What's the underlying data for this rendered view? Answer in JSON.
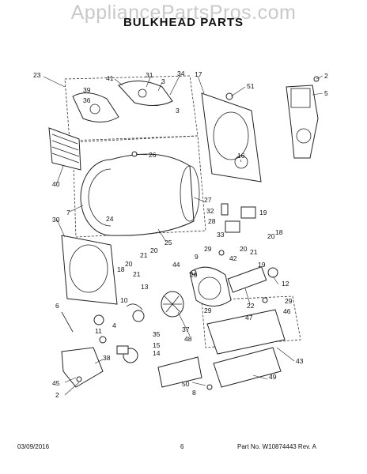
{
  "header": {
    "watermark": "AppliancePartsPros.com",
    "title": "BULKHEAD PARTS"
  },
  "footer": {
    "date": "03/09/2016",
    "page": "6",
    "part_number": "Part No. W10874443 Rev. A"
  },
  "callouts": [
    {
      "id": "c23",
      "text": "23"
    },
    {
      "id": "c41",
      "text": "41"
    },
    {
      "id": "c31",
      "text": "31"
    },
    {
      "id": "c3a",
      "text": "3"
    },
    {
      "id": "c34",
      "text": "34"
    },
    {
      "id": "c17",
      "text": "17"
    },
    {
      "id": "c2a",
      "text": "2"
    },
    {
      "id": "c39",
      "text": "39"
    },
    {
      "id": "c36",
      "text": "36"
    },
    {
      "id": "c3b",
      "text": "3"
    },
    {
      "id": "c51",
      "text": "51"
    },
    {
      "id": "c5",
      "text": "5"
    },
    {
      "id": "c26",
      "text": "26"
    },
    {
      "id": "c16",
      "text": "16"
    },
    {
      "id": "c40",
      "text": "40"
    },
    {
      "id": "c7",
      "text": "7"
    },
    {
      "id": "c27",
      "text": "27"
    },
    {
      "id": "c32",
      "text": "32"
    },
    {
      "id": "c28",
      "text": "28"
    },
    {
      "id": "c24",
      "text": "24"
    },
    {
      "id": "c19a",
      "text": "19"
    },
    {
      "id": "c30",
      "text": "30"
    },
    {
      "id": "c33",
      "text": "33"
    },
    {
      "id": "c20a",
      "text": "20"
    },
    {
      "id": "c18a",
      "text": "18"
    },
    {
      "id": "c25",
      "text": "25"
    },
    {
      "id": "c21a",
      "text": "21"
    },
    {
      "id": "c20b",
      "text": "20"
    },
    {
      "id": "c29a",
      "text": "29"
    },
    {
      "id": "c42",
      "text": "42"
    },
    {
      "id": "c20c",
      "text": "20"
    },
    {
      "id": "c21b",
      "text": "21"
    },
    {
      "id": "c19b",
      "text": "19"
    },
    {
      "id": "c20d",
      "text": "20"
    },
    {
      "id": "c21c",
      "text": "21"
    },
    {
      "id": "c9",
      "text": "9"
    },
    {
      "id": "c44",
      "text": "44"
    },
    {
      "id": "c18b",
      "text": "18"
    },
    {
      "id": "c29b",
      "text": "29"
    },
    {
      "id": "c12",
      "text": "12"
    },
    {
      "id": "c10",
      "text": "10"
    },
    {
      "id": "c13",
      "text": "13"
    },
    {
      "id": "c22",
      "text": "22"
    },
    {
      "id": "c6",
      "text": "6"
    },
    {
      "id": "c29c",
      "text": "29"
    },
    {
      "id": "c29d",
      "text": "29"
    },
    {
      "id": "c46",
      "text": "46"
    },
    {
      "id": "c47",
      "text": "47"
    },
    {
      "id": "c4",
      "text": "4"
    },
    {
      "id": "c37",
      "text": "37"
    },
    {
      "id": "c11",
      "text": "11"
    },
    {
      "id": "c35",
      "text": "35"
    },
    {
      "id": "c48",
      "text": "48"
    },
    {
      "id": "c15",
      "text": "15"
    },
    {
      "id": "c14",
      "text": "14"
    },
    {
      "id": "c43",
      "text": "43"
    },
    {
      "id": "c38",
      "text": "38"
    },
    {
      "id": "c49",
      "text": "49"
    },
    {
      "id": "c50",
      "text": "50"
    },
    {
      "id": "c45",
      "text": "45"
    },
    {
      "id": "c8",
      "text": "8"
    },
    {
      "id": "c2b",
      "text": "2"
    }
  ]
}
